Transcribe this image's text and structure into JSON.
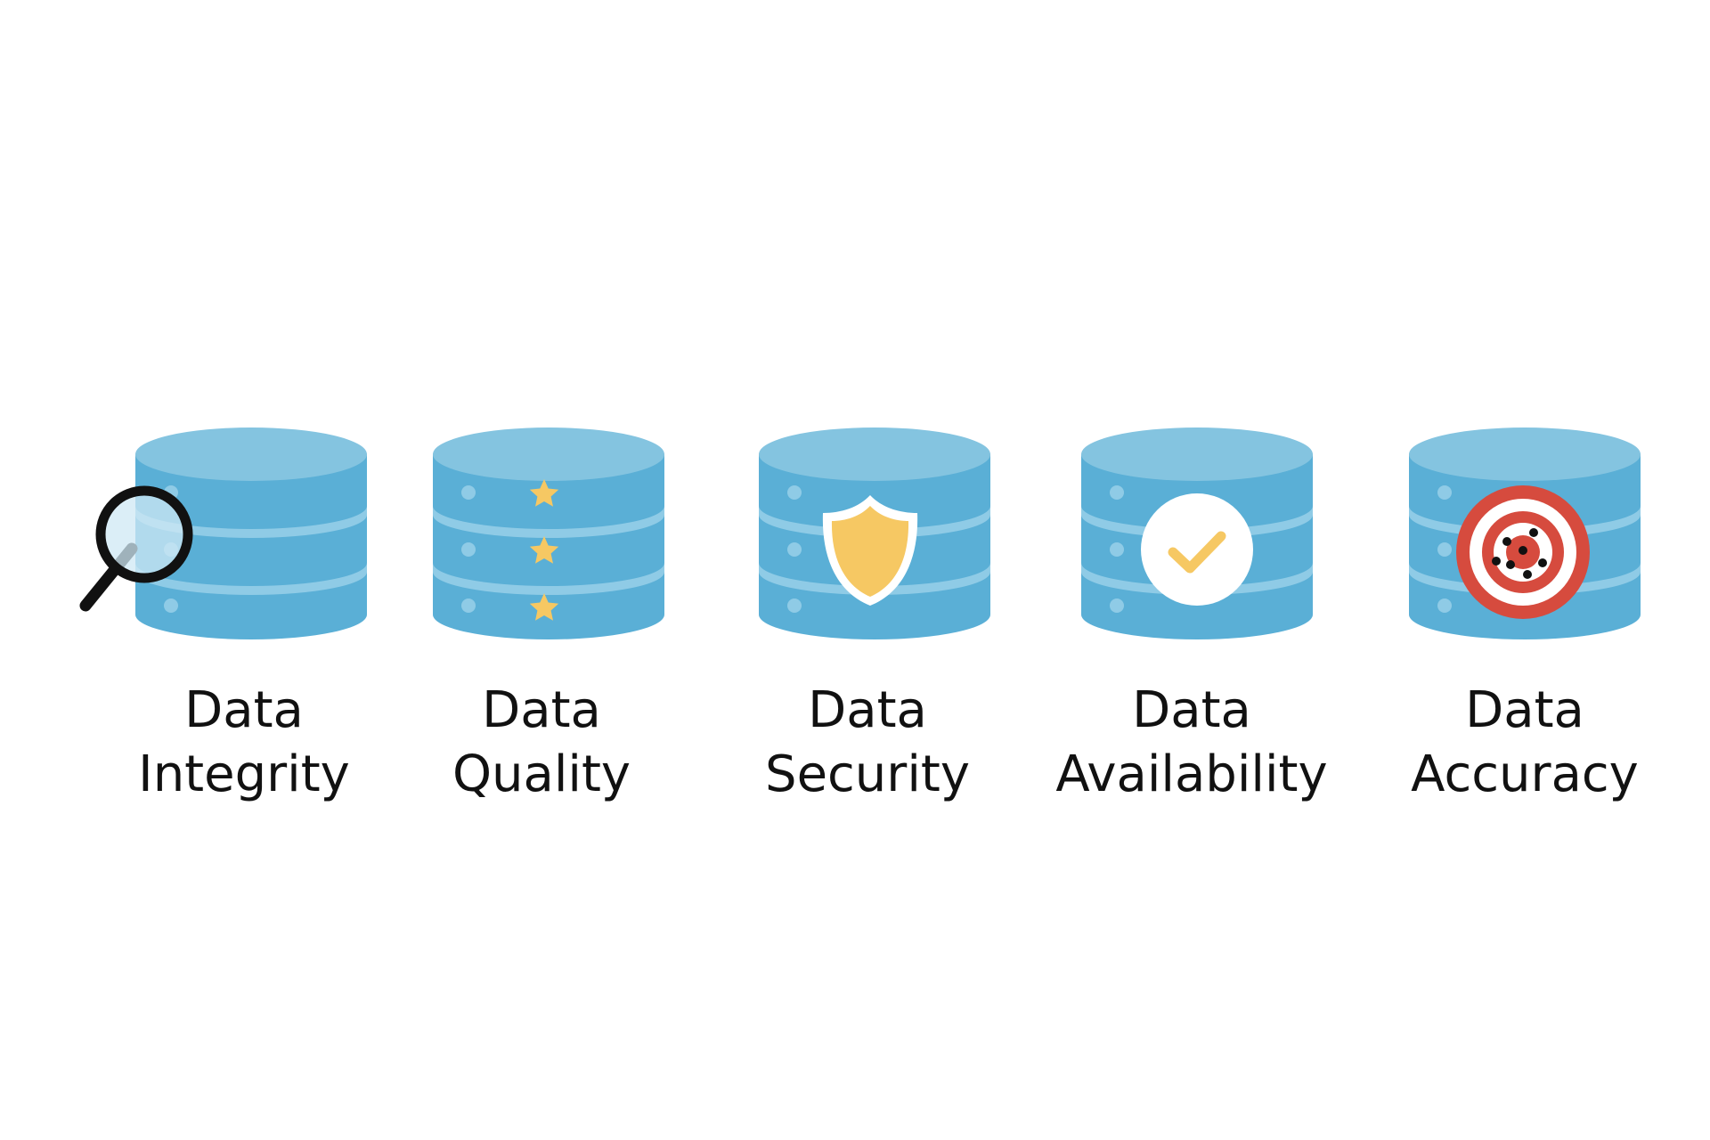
{
  "colors": {
    "cylinder_body": "#5aafd6",
    "cylinder_top": "#84c4e0",
    "cylinder_band": "#8fcbe6",
    "accent_yellow": "#f6c863",
    "target_red": "#d64b3e",
    "ink": "#111111"
  },
  "items": [
    {
      "line1": "Data",
      "line2": "Integrity",
      "icon": "magnifier-icon"
    },
    {
      "line1": "Data",
      "line2": "Quality",
      "icon": "stars-icon"
    },
    {
      "line1": "Data",
      "line2": "Security",
      "icon": "shield-icon"
    },
    {
      "line1": "Data",
      "line2": "Availability",
      "icon": "check-circle-icon"
    },
    {
      "line1": "Data",
      "line2": "Accuracy",
      "icon": "target-icon"
    }
  ]
}
